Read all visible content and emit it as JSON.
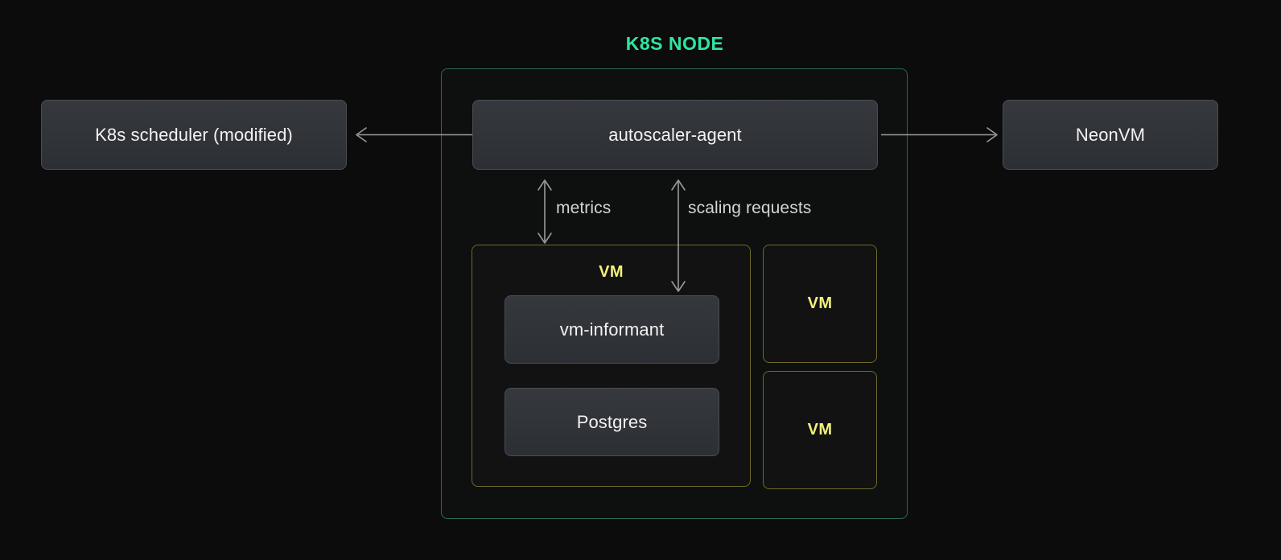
{
  "diagram": {
    "title": "K8S NODE",
    "colors": {
      "background": "#0c0c0c",
      "node_border": "#2a6a54",
      "node_title": "#2ee6a0",
      "vm_border": "#6f6a29",
      "vm_label": "#f2f07c",
      "box_fill": "#32353a",
      "box_border": "#4a4d52",
      "box_text": "#f2f2f2",
      "connector": "#9a9a9a",
      "edge_label": "#d4d4d4"
    },
    "external_nodes": [
      {
        "id": "scheduler",
        "label": "K8s scheduler (modified)"
      },
      {
        "id": "neonvm",
        "label": "NeonVM"
      }
    ],
    "node_children": [
      {
        "id": "autoscaler",
        "label": "autoscaler-agent"
      }
    ],
    "vm_main": {
      "label": "VM",
      "components": [
        {
          "id": "vm-informant",
          "label": "vm-informant"
        },
        {
          "id": "postgres",
          "label": "Postgres"
        }
      ]
    },
    "vm_side": [
      {
        "id": "vm-side-1",
        "label": "VM"
      },
      {
        "id": "vm-side-2",
        "label": "VM"
      }
    ],
    "edges": [
      {
        "id": "scheduler-edge",
        "label": "",
        "direction": "left",
        "from": "autoscaler-agent",
        "to": "K8s scheduler (modified)"
      },
      {
        "id": "neonvm-edge",
        "label": "",
        "direction": "right",
        "from": "autoscaler-agent",
        "to": "NeonVM"
      },
      {
        "id": "metrics-edge",
        "label": "metrics",
        "direction": "both",
        "from": "autoscaler-agent",
        "to": "VM"
      },
      {
        "id": "scaling-edge",
        "label": "scaling requests",
        "direction": "both",
        "from": "autoscaler-agent",
        "to": "VM"
      }
    ]
  }
}
